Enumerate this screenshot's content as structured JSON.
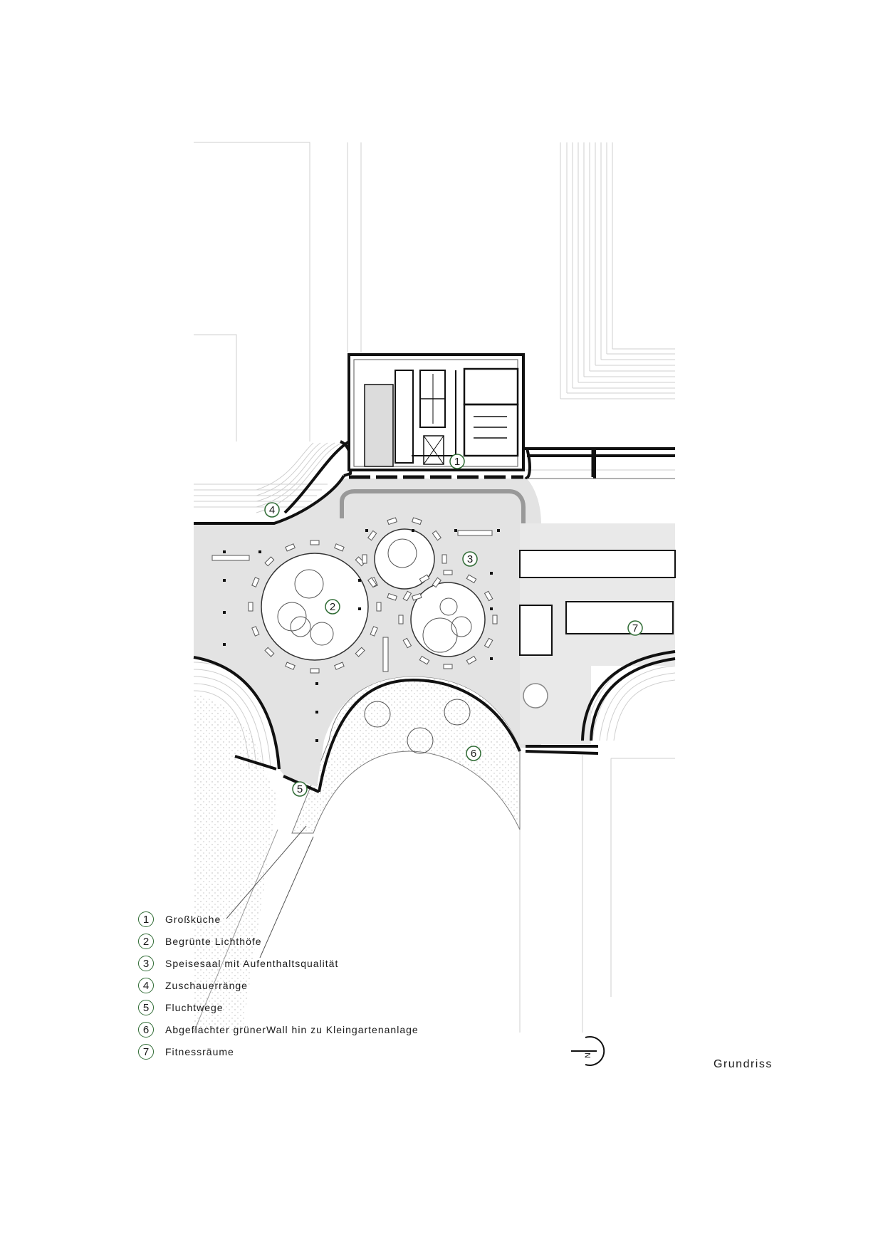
{
  "title": "Grundriss",
  "accent_color": "#2f6b34",
  "legend": [
    {
      "num": "1",
      "text": "Großküche"
    },
    {
      "num": "2",
      "text": "Begrünte Lichthöfe"
    },
    {
      "num": "3",
      "text": "Speisesaal mit Aufenthaltsqualität"
    },
    {
      "num": "4",
      "text": "Zuschauerränge"
    },
    {
      "num": "5",
      "text": "Fluchtwege"
    },
    {
      "num": "6",
      "text": "Abgeflachter grünerWall hin zu Kleingartenanlage"
    },
    {
      "num": "7",
      "text": "Fitnessräume"
    }
  ],
  "plan_markers": [
    "1",
    "2",
    "3",
    "4",
    "5",
    "6",
    "7"
  ],
  "north_arrow": {
    "icon": "north-arrow-icon",
    "letter": "N"
  }
}
